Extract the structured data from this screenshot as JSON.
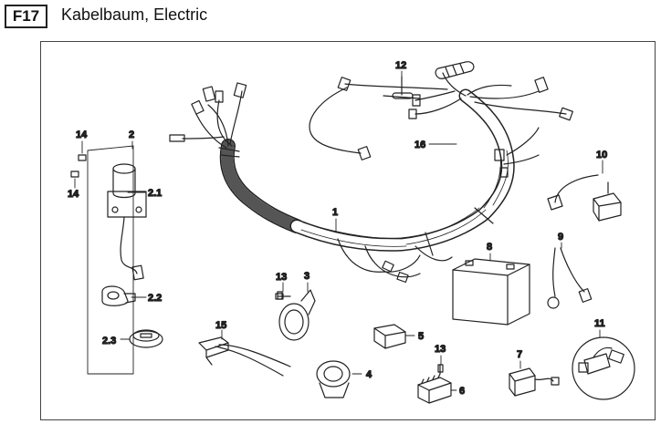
{
  "header": {
    "code": "F17",
    "title": "Kabelbaum, Electric"
  },
  "callouts": [
    "1",
    "2",
    "2.1",
    "2.2",
    "2.3",
    "3",
    "4",
    "5",
    "6",
    "7",
    "8",
    "9",
    "10",
    "11",
    "12",
    "13",
    "13",
    "14",
    "14",
    "15",
    "16"
  ]
}
